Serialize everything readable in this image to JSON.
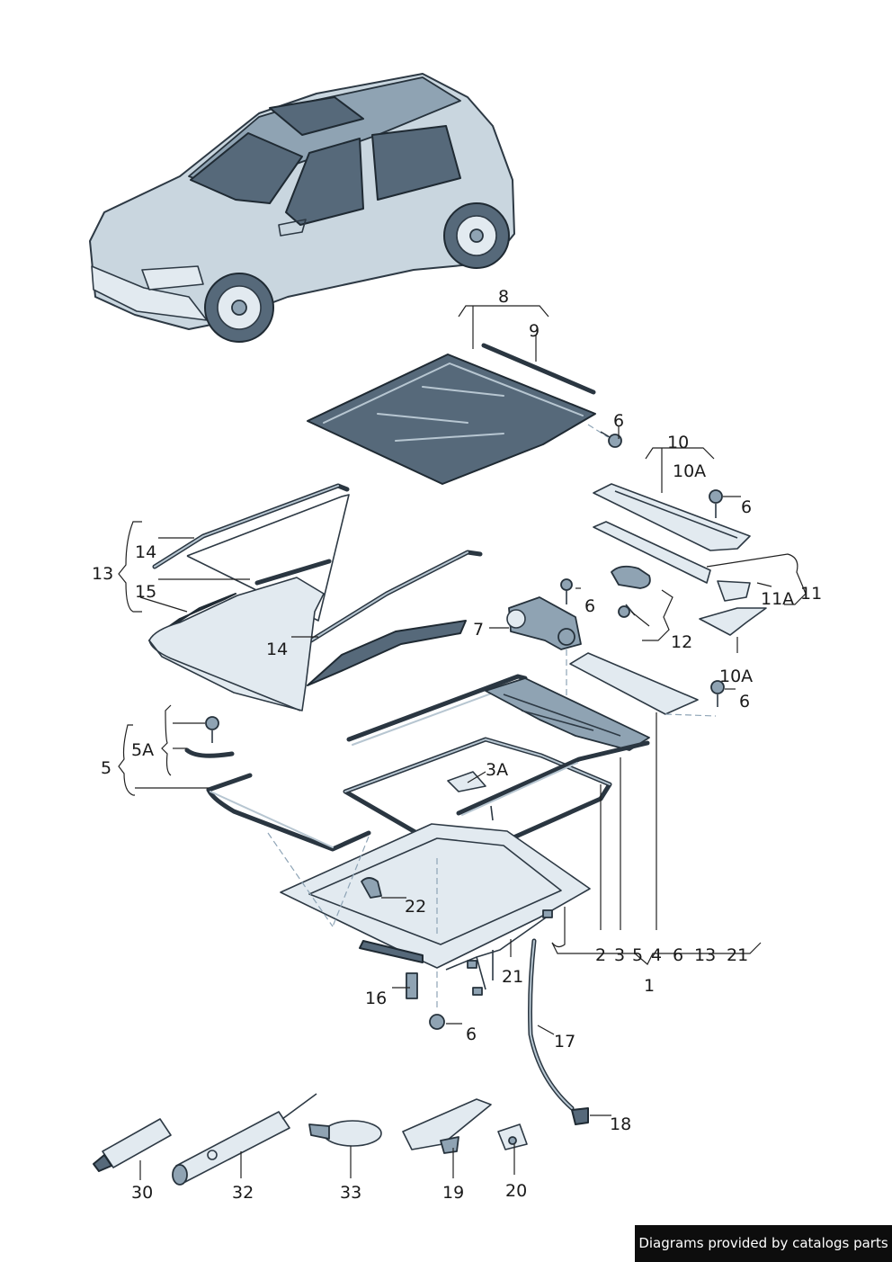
{
  "labels": {
    "l8": "8",
    "l9": "9",
    "l6a": "6",
    "l10": "10",
    "l10a_top": "10A",
    "l6b": "6",
    "l11": "11",
    "l11a": "11A",
    "l12": "12",
    "l6c": "6",
    "l7": "7",
    "l14a": "14",
    "l13": "13",
    "l15": "15",
    "l14b": "14",
    "l10a_bot": "10A",
    "l6d": "6",
    "l5": "5",
    "l5a": "5A",
    "l3a": "3A",
    "l22": "22",
    "l1_list": [
      "2",
      "3",
      "5",
      "4",
      "6",
      "13",
      "21"
    ],
    "l1": "1",
    "l21": "21",
    "l16": "16",
    "l6e": "6",
    "l17": "17",
    "l18": "18",
    "l30": "30",
    "l32": "32",
    "l33": "33",
    "l19": "19",
    "l20": "20"
  },
  "credit": "Diagrams provided by catalogs parts",
  "colors": {
    "line": "#2d3944",
    "panel": "#c9d6df",
    "glass": "#56697a",
    "banner": "#0d0d0d"
  }
}
